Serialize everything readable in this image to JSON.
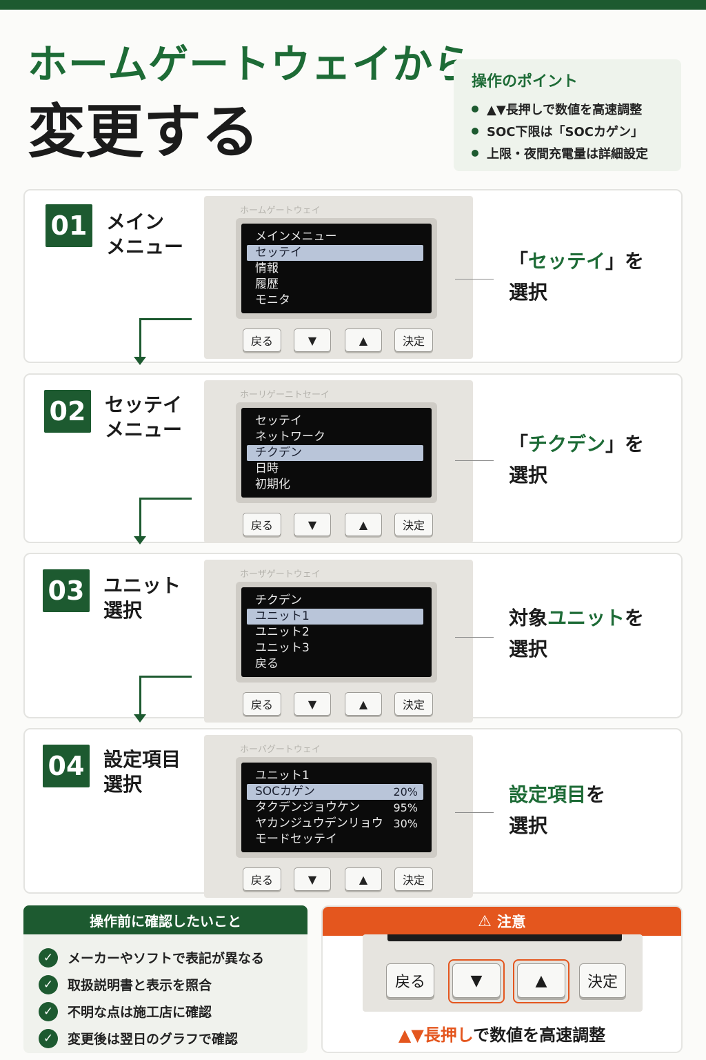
{
  "title": {
    "line1": "ホームゲートウェイから",
    "line2": "変更する"
  },
  "points": {
    "heading": "操作のポイント",
    "items": [
      "▲▼長押しで数値を高速調整",
      "SOC下限は「SOCカゲン」",
      "上限・夜間充電量は詳細設定"
    ]
  },
  "steps": [
    {
      "number": "01",
      "title_line1": "メイン",
      "title_line2": "メニュー",
      "device_label": "ホームゲートウェイ",
      "screen": [
        {
          "text": "メインメニュー",
          "value": ""
        },
        {
          "text": "セッテイ",
          "value": ""
        },
        {
          "text": "情報",
          "value": ""
        },
        {
          "text": "履歴",
          "value": ""
        },
        {
          "text": "モニタ",
          "value": ""
        }
      ],
      "selected_index": 1,
      "action_pre": "「",
      "action_hl": "セッテイ",
      "action_post": "」を",
      "action_line2": "選択"
    },
    {
      "number": "02",
      "title_line1": "セッテイ",
      "title_line2": "メニュー",
      "device_label": "ホーリゲーニトセーイ",
      "screen": [
        {
          "text": "セッテイ",
          "value": ""
        },
        {
          "text": "ネットワーク",
          "value": ""
        },
        {
          "text": "チクデン",
          "value": ""
        },
        {
          "text": "日時",
          "value": ""
        },
        {
          "text": "初期化",
          "value": ""
        }
      ],
      "selected_index": 2,
      "action_pre": "「",
      "action_hl": "チクデン",
      "action_post": "」を",
      "action_line2": "選択"
    },
    {
      "number": "03",
      "title_line1": "ユニット",
      "title_line2": "選択",
      "device_label": "ホーザゲートウェイ",
      "screen": [
        {
          "text": "チクデン",
          "value": ""
        },
        {
          "text": "ユニット1",
          "value": ""
        },
        {
          "text": "ユニット2",
          "value": ""
        },
        {
          "text": "ユニット3",
          "value": ""
        },
        {
          "text": "戻る",
          "value": ""
        }
      ],
      "selected_index": 1,
      "action_pre": "対象",
      "action_hl": "ユニット",
      "action_post": "を",
      "action_line2": "選択"
    },
    {
      "number": "04",
      "title_line1": "設定項目",
      "title_line2": "選択",
      "device_label": "ホーバグートウェイ",
      "screen": [
        {
          "text": "ユニット1",
          "value": ""
        },
        {
          "text": "SOCカゲン",
          "value": "20%"
        },
        {
          "text": "タクデンジョウケン",
          "value": "95%"
        },
        {
          "text": "ヤカンジュウデンリョウ",
          "value": "30%"
        },
        {
          "text": "モードセッテイ",
          "value": ""
        }
      ],
      "selected_index": 1,
      "action_pre": "",
      "action_hl": "設定項目",
      "action_post": "を",
      "action_line2": "選択"
    }
  ],
  "buttons": {
    "back": "戻る",
    "down": "▼",
    "up": "▲",
    "ok": "決定"
  },
  "checklist": {
    "heading": "操作前に確認したいこと",
    "items": [
      "メーカーやソフトで表記が異なる",
      "取扱説明書と表示を照合",
      "不明な点は施工店に確認",
      "変更後は翌日のグラフで確認"
    ]
  },
  "caution": {
    "heading": "注意",
    "text_hl": "▲▼長押し",
    "text_rest": "で数値を高速調整"
  },
  "colors": {
    "brand_green": "#1d5a30",
    "accent_orange": "#e4561e",
    "selection": "#b9c5d9"
  },
  "icons": {
    "check": "check-circle-icon",
    "warning": "warning-triangle-icon"
  }
}
